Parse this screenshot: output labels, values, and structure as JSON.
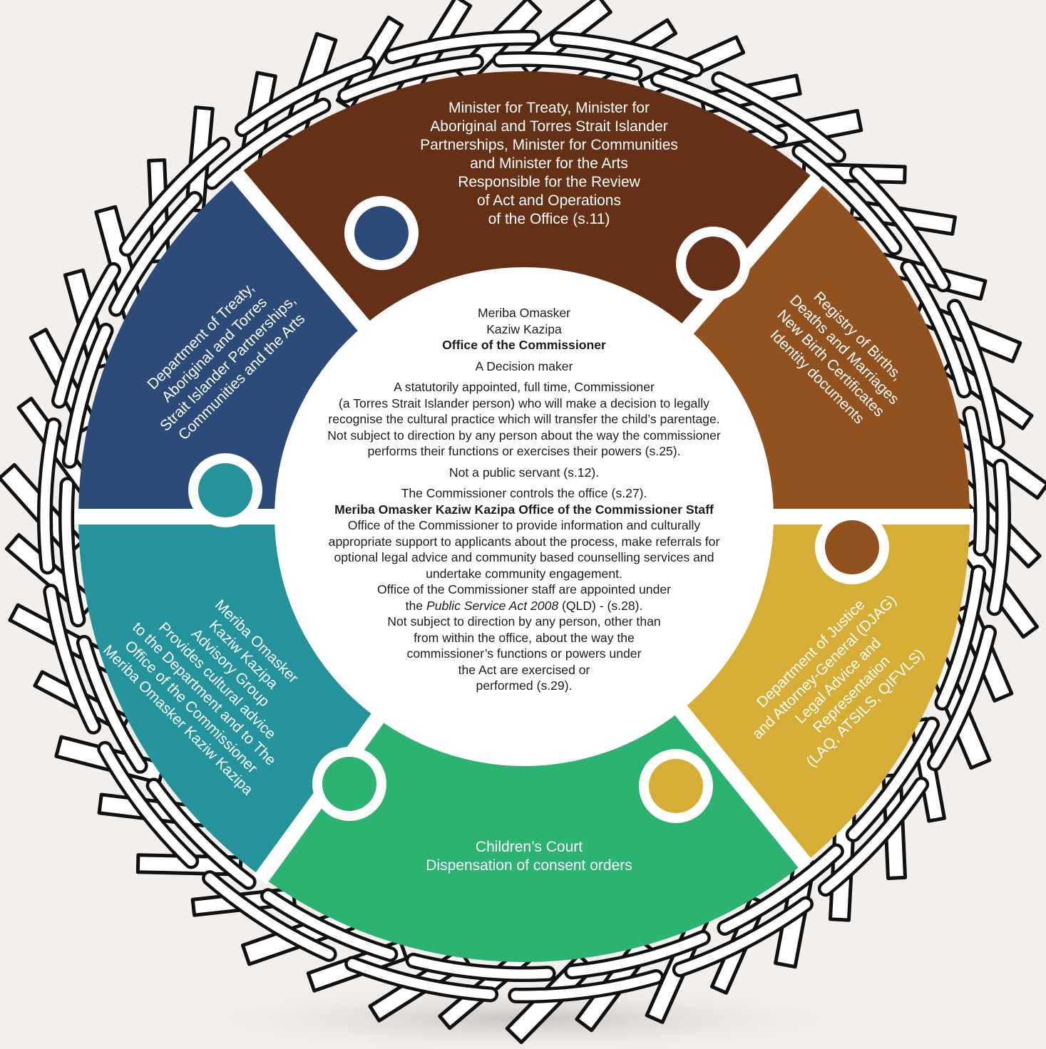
{
  "colors": {
    "background": "#f3efec",
    "top": "#643117",
    "right_upper": "#91521f",
    "right_lower": "#d7ae35",
    "bottom": "#2cb372",
    "left_lower": "#24939b",
    "left_upper": "#2d4b78",
    "center": "#ffffff",
    "weave_stroke": "#111111"
  },
  "segments": {
    "top": {
      "lines": [
        "Minister for Treaty, Minister for",
        "Aboriginal and Torres Strait Islander",
        "Partnerships, Minister for Communities",
        "and Minister for the Arts",
        "Responsible for the Review",
        "of Act and Operations",
        "of the Office (s.11)"
      ]
    },
    "right_upper": {
      "lines": [
        "Registry of Births,",
        "Deaths and Marriages",
        "New Birth Certificates",
        "Identity documents"
      ]
    },
    "right_lower": {
      "lines": [
        "Department of Justice",
        "and Attorney-General (DJAG)",
        "Legal Advice and",
        "Representation",
        "(LAQ, ATSILS, QIFVLS)"
      ]
    },
    "bottom": {
      "lines": [
        "Children’s Court",
        "Dispensation of consent orders"
      ]
    },
    "left_lower": {
      "lines": [
        "Meriba Omasker",
        "Kaziw Kazipa",
        "Advisory Group",
        "Provides cultural advice",
        "to the Department and to The",
        "Office of the Commissioner",
        "Meriba Omasker Kaziw Kazipa"
      ]
    },
    "left_upper": {
      "lines": [
        "Department of Treaty,",
        "Aboriginal and Torres",
        "Strait Islander Partnerships,",
        "Communities and the Arts"
      ]
    }
  },
  "center": {
    "line1": "Meriba Omasker",
    "line2": "Kaziw Kazipa",
    "heading": "Office of the Commissioner",
    "role": "A Decision maker",
    "para1": [
      "A statutorily appointed, full time, Commissioner",
      "(a Torres Strait Islander person) who will make a decision to legally",
      "recognise the cultural practice which will transfer the child’s parentage.",
      "Not subject to direction by any person about the way the commissioner",
      "performs their functions or exercises their powers (s.25)."
    ],
    "not_public_servant": "Not a public servant (s.12).",
    "controls": "The Commissioner controls the office (s.27).",
    "staff_heading": "Meriba Omasker Kaziw Kazipa Office of the Commissioner Staff",
    "para2": [
      "Office of the Commissioner to provide information and culturally",
      "appropriate support to applicants about the process, make referrals for",
      "optional legal advice and community based counselling services and",
      "undertake community engagement.",
      "Office of the Commissioner staff are appointed under"
    ],
    "act_prefix": "the ",
    "act_name": "Public Service Act 2008",
    "act_suffix": " (QLD) - (s.28).",
    "para3": [
      "Not subject to direction by any person, other than",
      "from within the office, about the way the",
      "commissioner’s functions or powers under",
      "the Act are exercised or",
      "performed (s.29)."
    ]
  }
}
